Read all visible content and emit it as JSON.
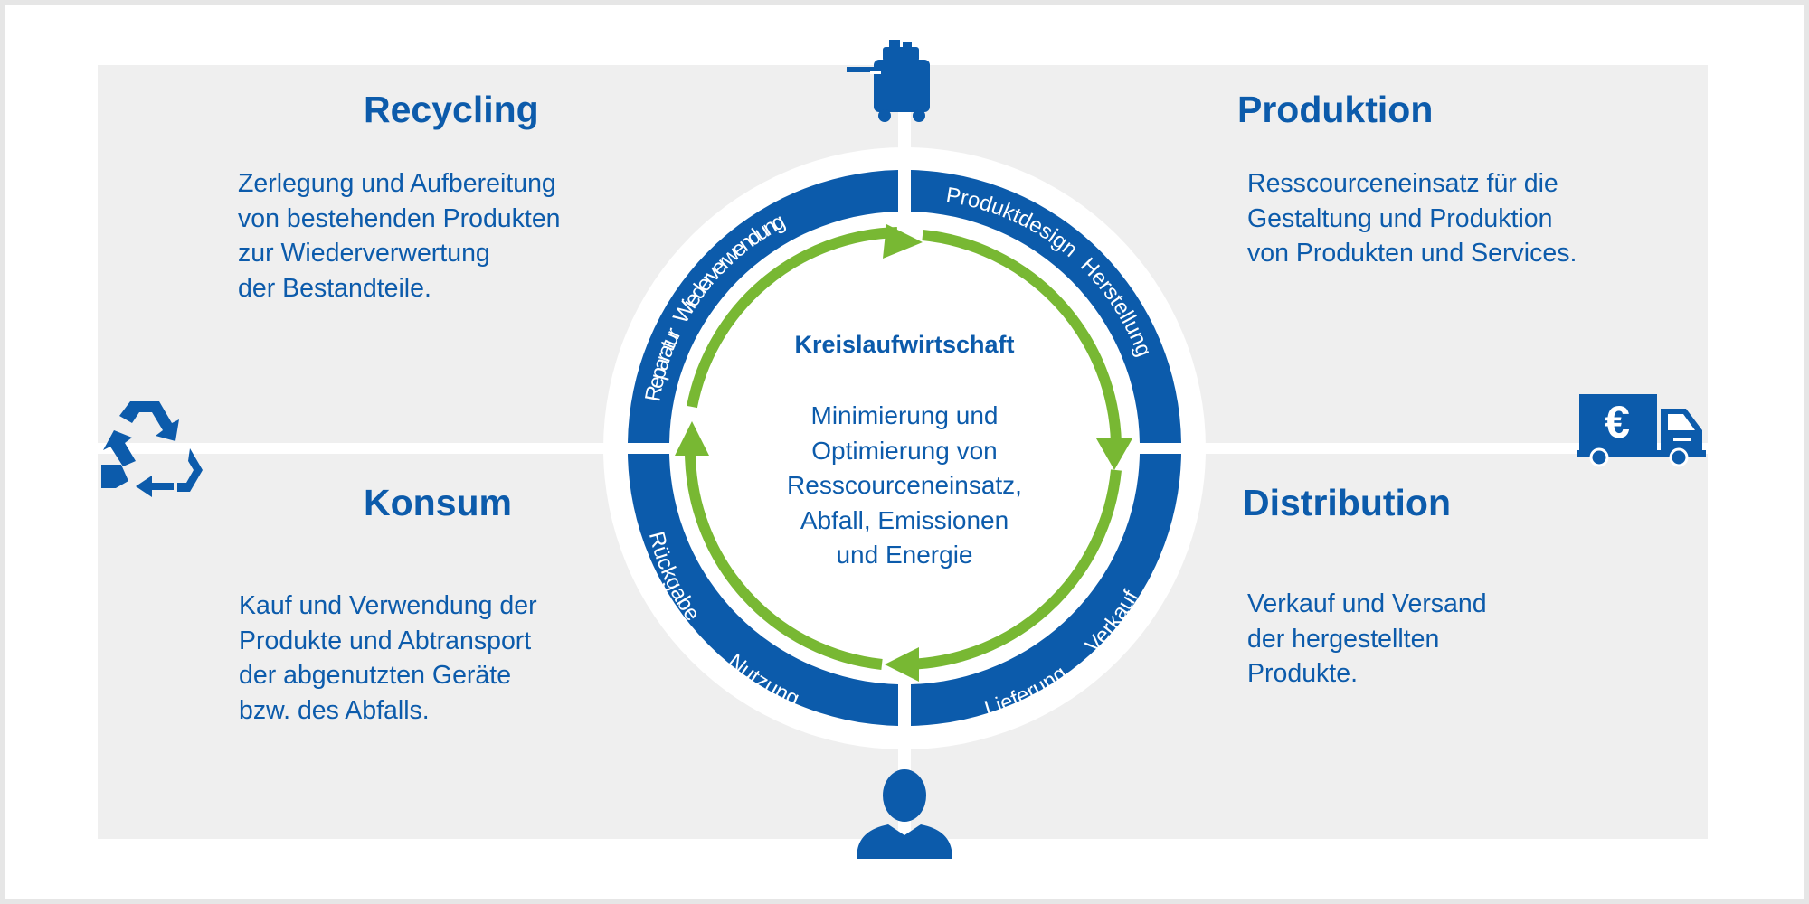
{
  "colors": {
    "brand_blue": "#0c5bab",
    "cycle_green": "#78b833",
    "panel_gray": "#efefef"
  },
  "center": {
    "title": "Kreislaufwirtschaft",
    "lines": [
      "Minimierung und",
      "Optimierung von",
      "Resscourceneinsatz,",
      "Abfall, Emissionen",
      "und Energie"
    ]
  },
  "ring_labels": {
    "produktdesign": "Produktdesign",
    "herstellung": "Herstellung",
    "verkauf": "Verkauf",
    "lieferung": "Lieferung",
    "nutzung": "Nutzung",
    "rueckgabe": "Rückgabe",
    "reparatur": "Reparatur",
    "wiederverwendung": "Wiederverwendung"
  },
  "quadrants": {
    "recycling": {
      "title": "Recycling",
      "lines": [
        "Zerlegung und Aufbereitung",
        "von bestehenden Produkten",
        "zur Wiederverwertung",
        "der Bestandteile."
      ]
    },
    "produktion": {
      "title": "Produktion",
      "lines": [
        "Resscourceneinsatz für die",
        "Gestaltung und Produktion",
        "von Produkten und Services."
      ]
    },
    "konsum": {
      "title": "Konsum",
      "lines": [
        "Kauf und Verwendung der",
        "Produkte und Abtransport",
        "der abgenutzten Geräte",
        "bzw. des Abfalls."
      ]
    },
    "distribution": {
      "title": "Distribution",
      "lines": [
        "Verkauf und Versand",
        "der hergestellten",
        "Produkte."
      ]
    }
  },
  "icons": {
    "top": "production-machine-icon",
    "right": "delivery-truck-euro-icon",
    "bottom": "person-icon",
    "left": "recycling-icon",
    "truck_symbol": "€"
  }
}
